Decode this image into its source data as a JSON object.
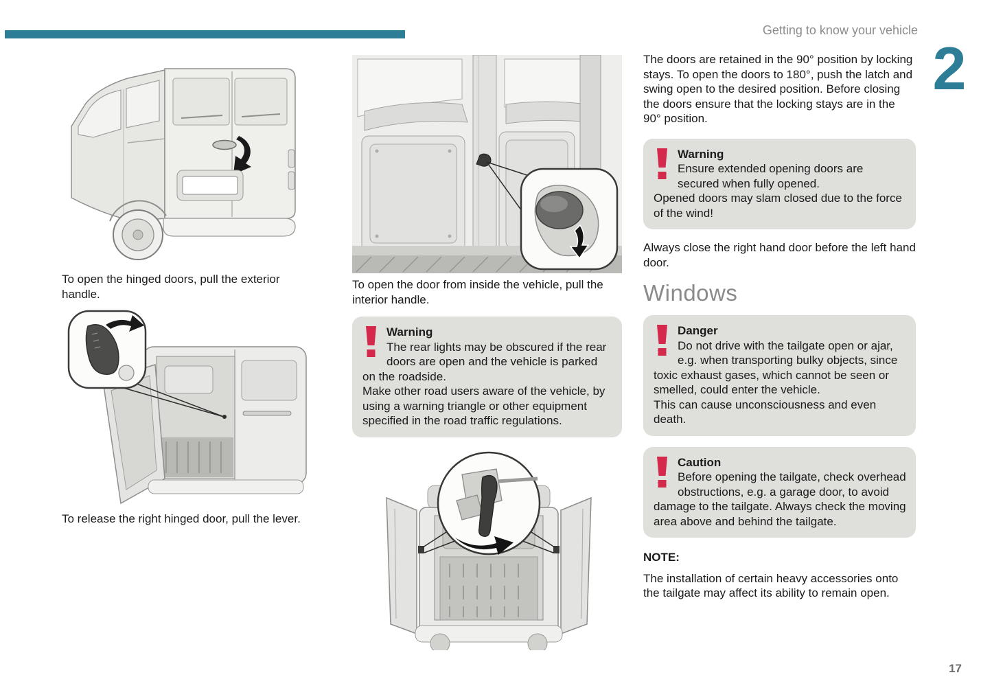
{
  "header": {
    "section_title": "Getting to know your vehicle",
    "chapter_number": "2"
  },
  "left_column": {
    "caption_exterior_handle": "To open the hinged doors, pull the exterior handle.",
    "caption_release_lever": "To release the right hinged door, pull the lever."
  },
  "middle_column": {
    "caption_interior_handle": "To open the door from inside the vehicle, pull the interior handle.",
    "warning_rear_lights": {
      "title": "Warning",
      "para1": "The rear lights may be obscured if the rear doors are open and the vehicle is parked on the roadside.",
      "para2": "Make other road users aware of the vehicle, by using a warning triangle or other equipment specified in the road traffic regulations."
    }
  },
  "right_column": {
    "intro": "The doors are retained in the 90° position by locking stays. To open the doors to 180°, push the latch and swing open to the desired position. Before closing the doors ensure that the locking stays are in the 90° position.",
    "warning_extended_doors": {
      "title": "Warning",
      "para1": "Ensure extended opening doors are secured when fully opened.",
      "para2": "Opened doors may slam closed due to the force of the wind!"
    },
    "closing_order": "Always close the right hand door before the left hand door.",
    "windows_heading": "Windows",
    "danger_tailgate": {
      "title": "Danger",
      "para1": "Do not drive with the tailgate open or ajar, e.g. when transporting bulky objects, since toxic exhaust gases, which cannot be seen or smelled, could enter the vehicle.",
      "para2": "This can cause unconsciousness and even death."
    },
    "caution_tailgate": {
      "title": "Caution",
      "para1": "Before opening the tailgate, check overhead obstructions, e.g. a garage door, to avoid damage to the tailgate. Always check the moving area above and behind the tailgate."
    },
    "note_label": "NOTE:",
    "note_text": "The installation of certain heavy accessories onto the tailgate may affect its ability to remain open."
  },
  "footer": {
    "page_number": "17"
  },
  "colors": {
    "accent_teal": "#2e7d96",
    "alert_background": "#dfdfdb",
    "alert_icon_red": "#d4294a",
    "heading_gray": "#8a8a8a",
    "body_text": "#1b1b1b"
  }
}
